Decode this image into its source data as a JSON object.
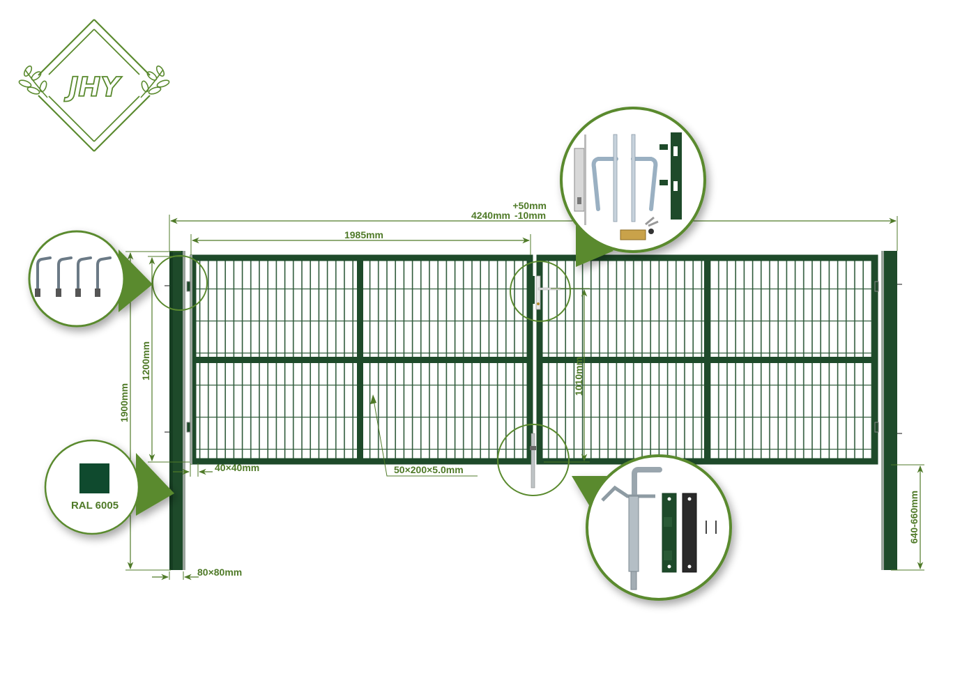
{
  "logo": {
    "text": "JHY",
    "color": "#5a8a2e"
  },
  "colors": {
    "frame": "#1e4a2a",
    "frame_dark": "#163d22",
    "mesh": "#2e5a3a",
    "dimension": "#4f7a28",
    "callout": "#5a8a2e",
    "ral_swatch": "#0f4a2e"
  },
  "dimensions": {
    "overall_width": "4240mm",
    "tolerance_plus": "+50mm",
    "tolerance_minus": "-10mm",
    "leaf_width": "1985mm",
    "post_height": "1900mm",
    "gate_height": "1200mm",
    "handle_height": "1010mm",
    "frame_profile": "40×40mm",
    "mesh_spec": "50×200×5.0mm",
    "post_profile": "80×80mm",
    "post_embed": "640-660mm"
  },
  "callouts": {
    "hinges": {
      "label": "hinge-bolts",
      "count": 4
    },
    "color": {
      "label": "RAL 6005"
    },
    "lock": {
      "label": "lock-set"
    },
    "drop_bolt": {
      "label": "drop-bolt-set"
    }
  }
}
